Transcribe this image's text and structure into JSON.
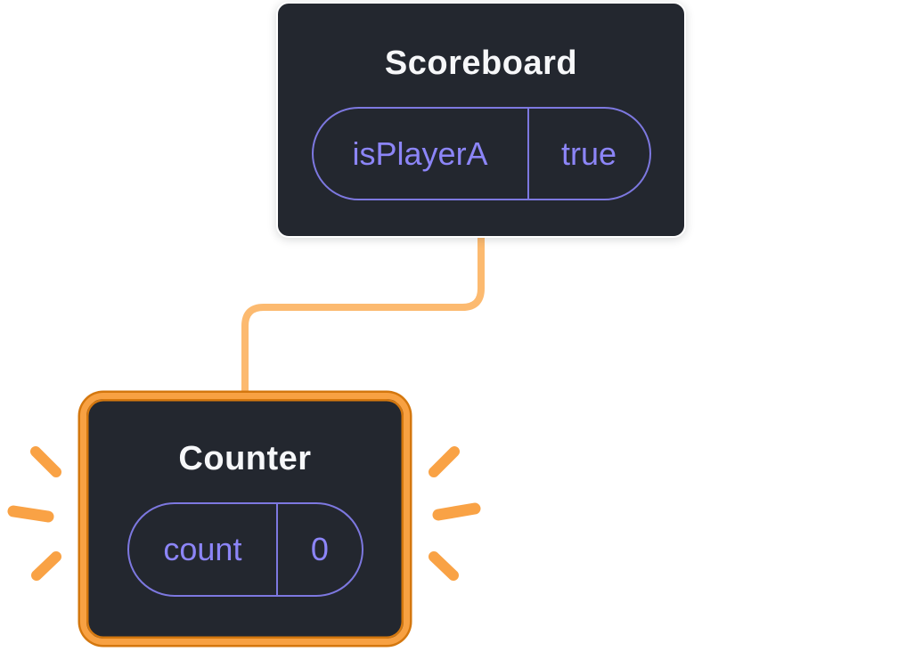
{
  "diagram": {
    "scoreboard": {
      "title": "Scoreboard",
      "state": {
        "name": "isPlayerA",
        "value": "true"
      }
    },
    "counter": {
      "title": "Counter",
      "state": {
        "name": "count",
        "value": "0"
      }
    },
    "colors": {
      "canvas_bg": "#ffffff",
      "box_bg": "#23272f",
      "box_border": "#ffffff",
      "title_text": "#f6f7f9",
      "state_text": "#8c85f7",
      "state_border": "#7d78e0",
      "connector": "#fcba70",
      "highlight_border": "#f8a142",
      "highlight_edge": "#d4770e",
      "spark": "#f9a245"
    }
  }
}
